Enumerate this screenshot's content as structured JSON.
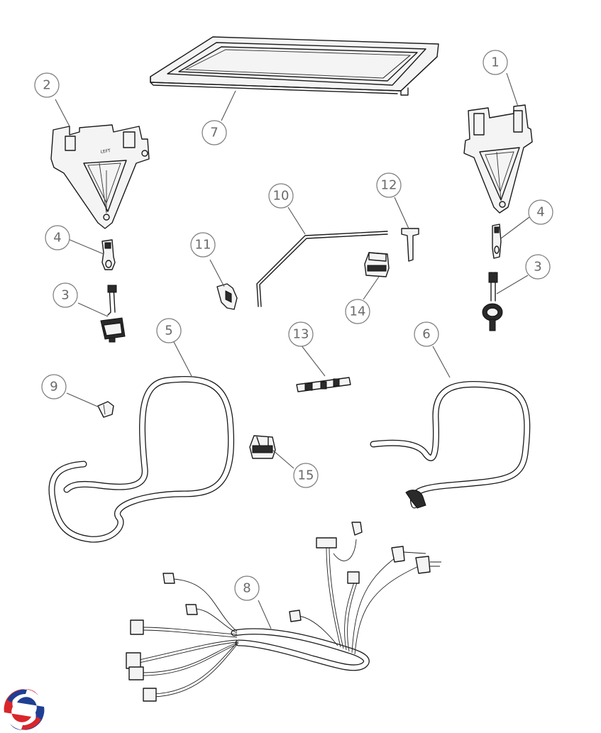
{
  "callouts": [
    {
      "id": "c1",
      "label": "1"
    },
    {
      "id": "c2",
      "label": "2"
    },
    {
      "id": "c3a",
      "label": "3"
    },
    {
      "id": "c3b",
      "label": "3"
    },
    {
      "id": "c4a",
      "label": "4"
    },
    {
      "id": "c4b",
      "label": "4"
    },
    {
      "id": "c5",
      "label": "5"
    },
    {
      "id": "c6",
      "label": "6"
    },
    {
      "id": "c7",
      "label": "7"
    },
    {
      "id": "c8",
      "label": "8"
    },
    {
      "id": "c9",
      "label": "9"
    },
    {
      "id": "c10",
      "label": "10"
    },
    {
      "id": "c11",
      "label": "11"
    },
    {
      "id": "c12",
      "label": "12"
    },
    {
      "id": "c13",
      "label": "13"
    },
    {
      "id": "c14",
      "label": "14"
    },
    {
      "id": "c15",
      "label": "15"
    }
  ],
  "logo": {
    "icon": "brand-swirl-icon",
    "colors": {
      "red": "#d9262b",
      "blue": "#1f3f93"
    }
  },
  "bracket_label": {
    "left_text": "LEFT"
  }
}
